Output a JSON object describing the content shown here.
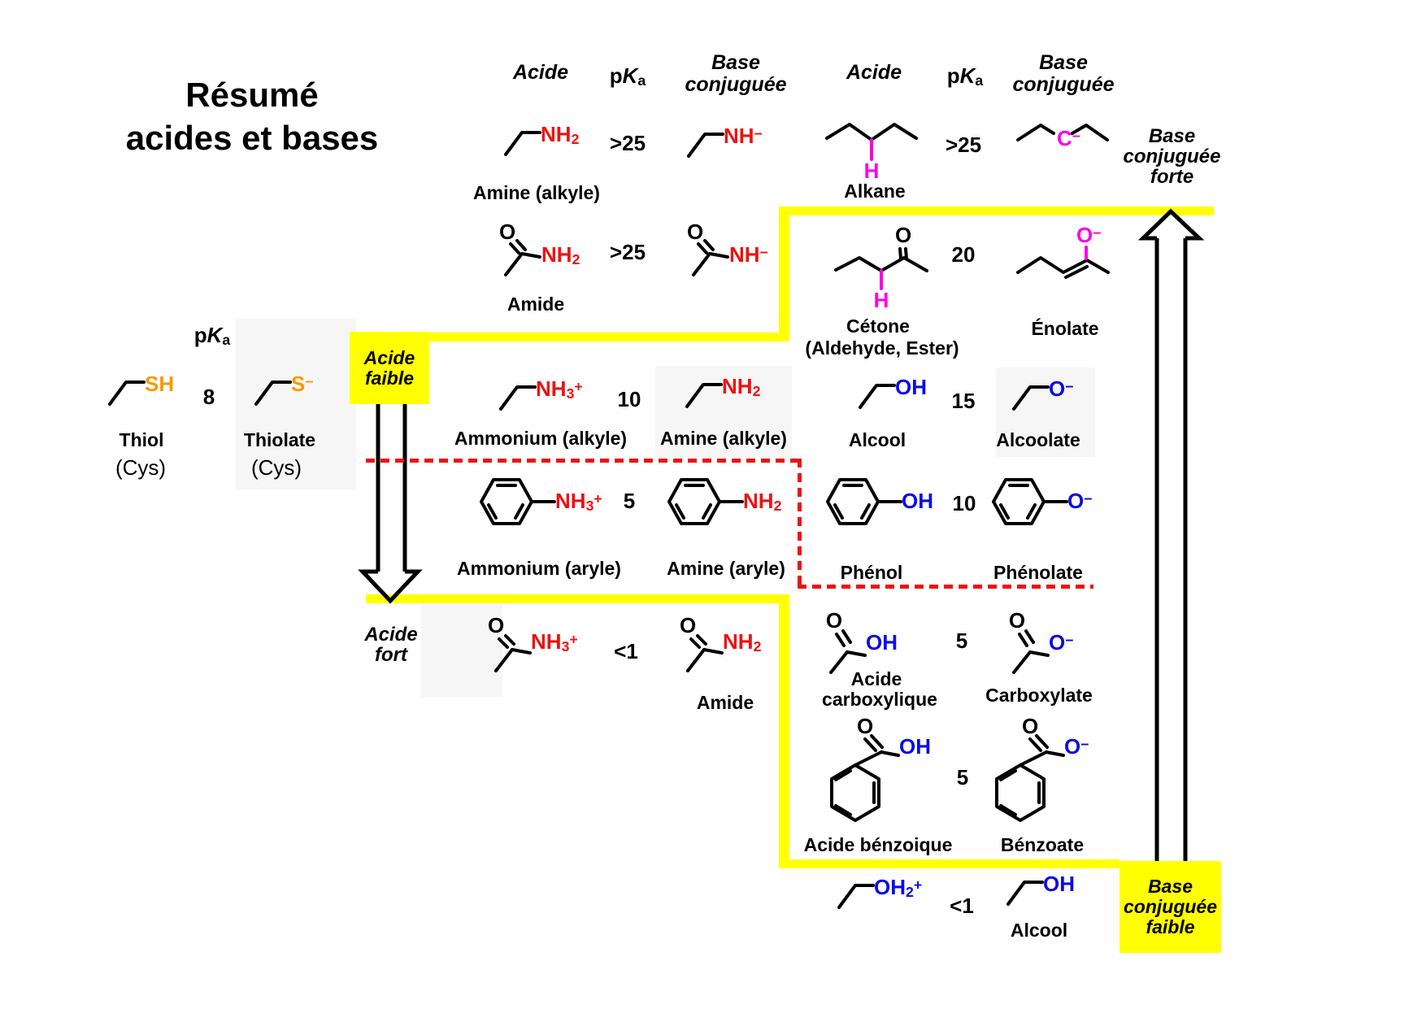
{
  "title": {
    "line1": "Résumé",
    "line2": "acides et bases"
  },
  "headers": {
    "acid_left": "Acide",
    "acid_right": "Acide",
    "pka": {
      "p": "p",
      "K": "K",
      "a": "a"
    },
    "base_left": {
      "line1": "Base",
      "line2": "conjuguée"
    },
    "base_right": {
      "line1": "Base",
      "line2": "conjuguée"
    }
  },
  "annotations": {
    "strong_base": {
      "line1": "Base",
      "line2": "conjuguée",
      "line3": "forte"
    },
    "weak_acid": {
      "line1": "Acide",
      "line2": "faible"
    },
    "strong_acid": {
      "line1": "Acide",
      "line2": "fort"
    },
    "weak_base": {
      "line1": "Base",
      "line2": "conjuguée",
      "line3": "faible"
    }
  },
  "side": {
    "pka_header": {
      "p": "p",
      "K": "K",
      "a": "a"
    },
    "acid": {
      "formula": "SH"
    },
    "pka": "8",
    "base": {
      "formula": "S^−"
    },
    "acid_name": "Thiol",
    "acid_note": "(Cys)",
    "base_name": "Thiolate",
    "base_note": "(Cys)"
  },
  "left_rows": [
    {
      "acid": {
        "formula": "NH_2"
      },
      "pka": ">25",
      "base": {
        "formula": "NH^−"
      },
      "acid_name": "Amine (alkyle)"
    },
    {
      "acid": {
        "o": "O",
        "formula": "NH_2"
      },
      "pka": ">25",
      "base": {
        "o": "O",
        "formula": "NH^−"
      },
      "acid_name": "Amide"
    },
    {
      "acid": {
        "formula": "NH_3^+"
      },
      "pka": "10",
      "base": {
        "formula": "NH_2"
      },
      "acid_name": "Ammonium (alkyle)",
      "base_name": "Amine (alkyle)"
    },
    {
      "acid": {
        "formula": "NH_3^+"
      },
      "pka": "5",
      "base": {
        "formula": "NH_2"
      },
      "acid_name": "Ammonium (aryle)",
      "base_name": "Amine (aryle)"
    },
    {
      "acid": {
        "o": "O",
        "formula": "NH_3^+"
      },
      "pka": "<1",
      "base": {
        "o": "O",
        "formula": "NH_2"
      },
      "base_name": "Amide"
    }
  ],
  "right_rows": [
    {
      "acid": {
        "formula": "H"
      },
      "pka": ">25",
      "base": {
        "formula": "C^−"
      },
      "acid_name": "Alkane"
    },
    {
      "acid": {
        "o": "O",
        "formula": "H"
      },
      "pka": "20",
      "base": {
        "formula": "O^−"
      },
      "acid_name": "Cétone",
      "acid_name2": "(Aldehyde, Ester)",
      "base_name": "Énolate"
    },
    {
      "acid": {
        "formula": "OH"
      },
      "pka": "15",
      "base": {
        "formula": "O^−"
      },
      "acid_name": "Alcool",
      "base_name": "Alcoolate"
    },
    {
      "acid": {
        "formula": "OH"
      },
      "pka": "10",
      "base": {
        "formula": "O^−"
      },
      "acid_name": "Phénol",
      "base_name": "Phénolate"
    },
    {
      "acid": {
        "o": "O",
        "formula": "OH"
      },
      "pka": "5",
      "base": {
        "o": "O",
        "formula": "O^−"
      },
      "acid_name": "Acide",
      "acid_name2": "carboxylique",
      "base_name": "Carboxylate"
    },
    {
      "acid": {
        "o": "O",
        "formula": "OH"
      },
      "pka": "5",
      "base": {
        "o": "O",
        "formula": "O^−"
      },
      "acid_name": "Acide bénzoique",
      "base_name": "Bénzoate"
    },
    {
      "acid": {
        "formula": "OH_2^+"
      },
      "pka": "<1",
      "base": {
        "formula": "OH"
      },
      "base_name": "Alcool"
    }
  ],
  "colors": {
    "highlight_yellow": "#ffff00",
    "bond_black": "#000000",
    "nitrogen_red": "#ed1111",
    "oxygen_blue": "#0b0be8",
    "proton_magenta": "#fb00e4",
    "sulfur_orange": "#f59b00",
    "dashed_red": "#ed1111"
  }
}
